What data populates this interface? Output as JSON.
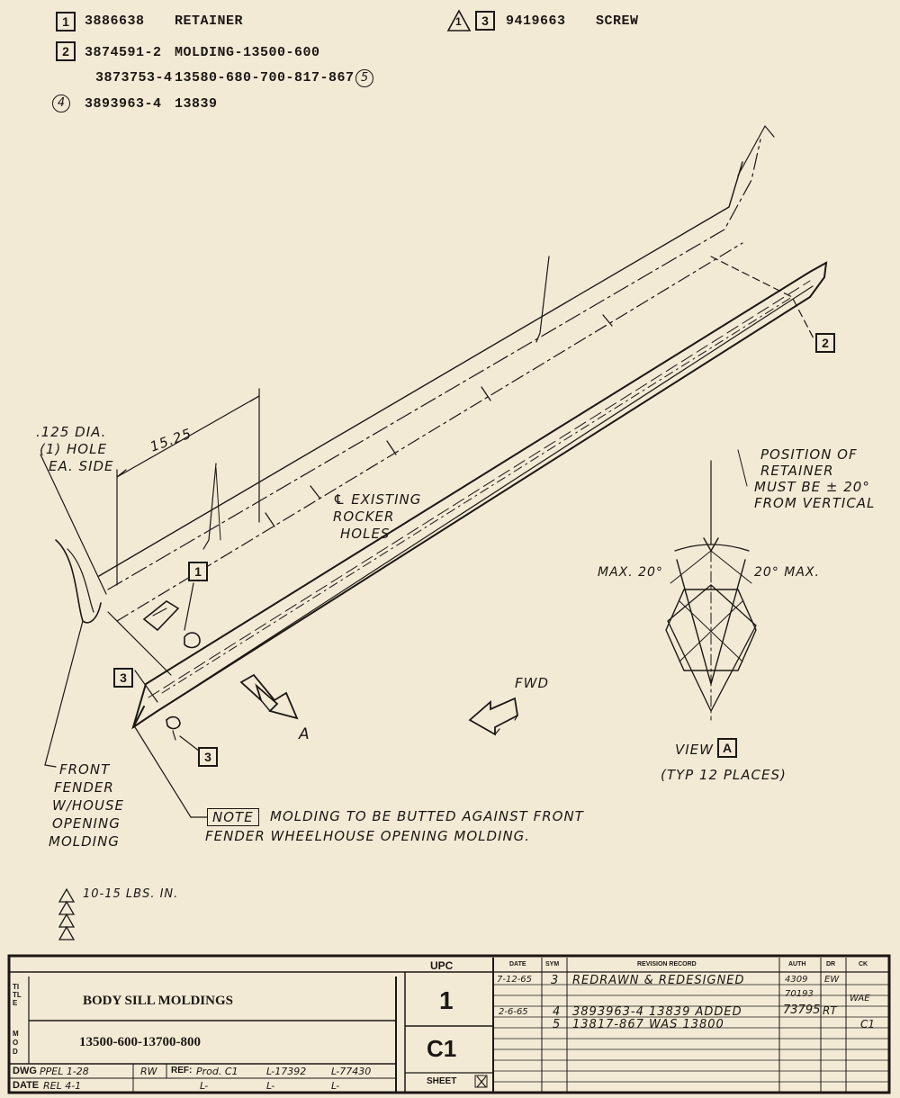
{
  "parts_list": [
    {
      "ref": "1",
      "part_no": "3886638",
      "desc": "RETAINER"
    },
    {
      "ref": "2",
      "part_no": "3874591-2",
      "desc": "MOLDING-13500-600"
    },
    {
      "ref": "",
      "part_no": "3873753-4",
      "desc": "13580-680-700-817-867",
      "circle": "5"
    },
    {
      "ref": "4",
      "part_no": "3893963-4",
      "desc": "13839"
    },
    {
      "ref": "3",
      "part_no": "9419663",
      "desc": "SCREW",
      "warn": "1"
    }
  ],
  "callouts": {
    "c2": "2",
    "c1": "1",
    "c3_left": "3",
    "c3_bottom": "3"
  },
  "annotations": {
    "hole_line1": ".125 DIA.",
    "hole_line2": "(1) HOLE",
    "hole_line3": "EA. SIDE",
    "dimension": "15.25",
    "rocker1": "℄ EXISTING",
    "rocker2": "ROCKER",
    "rocker3": "HOLES",
    "fwd": "FWD",
    "arrow_a": "A",
    "position1": "POSITION OF",
    "position2": "RETAINER",
    "position3": "MUST BE ± 20°",
    "position4": "FROM VERTICAL",
    "max_left": "MAX. 20°",
    "max_right": "20° MAX.",
    "view_label": "VIEW",
    "view_letter": "A",
    "typ": "(TYP 12 PLACES)",
    "fender1": "FRONT",
    "fender2": "FENDER",
    "fender3": "W/HOUSE",
    "fender4": "OPENING",
    "fender5": "MOLDING",
    "note_label": "NOTE",
    "note1": "MOLDING TO BE BUTTED AGAINST FRONT",
    "note2": "FENDER WHEELHOUSE OPENING MOLDING.",
    "torque": "10-15 LBS. IN."
  },
  "title_block": {
    "upc_header": "UPC",
    "upc_value": "1",
    "sheet_code": "C1",
    "sheet_label": "SHEET",
    "title_side": "TITLE",
    "mod_side": "MOD",
    "title": "BODY SILL MOLDINGS",
    "model": "13500-600-13700-800",
    "dwg_label": "DWG",
    "dwg_value": "PPEL 1-28",
    "dwg_init": "RW",
    "date_label": "DATE",
    "date_value": "REL 4-1",
    "ref_label": "REF:",
    "ref_value": "Prod. C1",
    "ref_l1": "L-17392",
    "ref_l2": "L-77430",
    "ref_l3": "L-",
    "ref_l4": "L-",
    "ref_l5": "L-",
    "rev_headers": [
      "DATE",
      "SYM",
      "REVISION RECORD",
      "AUTH",
      "DR",
      "CK"
    ],
    "revisions": [
      {
        "date": "7-12-65",
        "sym": "3",
        "record": "REDRAWN & REDESIGNED",
        "auth": "4309",
        "dr": "EW",
        "ck": ""
      },
      {
        "date": "",
        "sym": "",
        "record": "",
        "auth": "70193",
        "dr": "",
        "ck": "WAE"
      },
      {
        "date": "2-6-65",
        "sym": "4",
        "record": "3893963-4 13839 ADDED",
        "auth": "73795",
        "dr": "RT",
        "ck": ""
      },
      {
        "date": "",
        "sym": "5",
        "record": "13817-867 WAS 13800",
        "auth": "",
        "dr": "",
        "ck": "C1"
      }
    ]
  }
}
